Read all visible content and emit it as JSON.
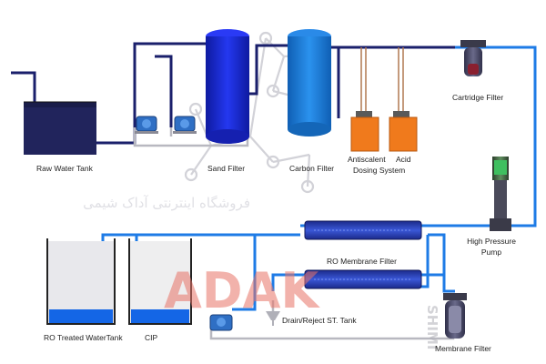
{
  "labels": {
    "raw_water_tank": "Raw Water Tank",
    "sand_filter": "Sand Filter",
    "carbon_filter": "Carbon Filter",
    "antiscalent": "Antiscalent",
    "acid": "Acid",
    "dosing_system": "Dosing System",
    "cartridge_filter": "Cartridge Filter",
    "high_pressure_pump_line1": "High Pressure",
    "high_pressure_pump_line2": "Pump",
    "ro_membrane_filter": "RO Membrane Filter",
    "ro_treated_water_tank": "RO Treated WaterTank",
    "cip": "CIP",
    "drain_reject_tank": "Drain/Reject ST. Tank",
    "membrane_filter": "Membrane Filter"
  },
  "watermark": {
    "brand": "ADAK",
    "brand_sub": "SHIMI",
    "persian": "فروشگاه اینترنتی آداک شیمی"
  },
  "colors": {
    "pipe_dark": "#1a1f6b",
    "pipe_blue": "#1e7be6",
    "pipe_gray": "#b8b8c0",
    "sand_filter": "#1a2ad8",
    "carbon_filter": "#1f7fd9",
    "dosing_tank": "#f07a1c",
    "pump": "#2f6fc4",
    "water": "#1466e6",
    "watermark_red": "#e87468"
  }
}
